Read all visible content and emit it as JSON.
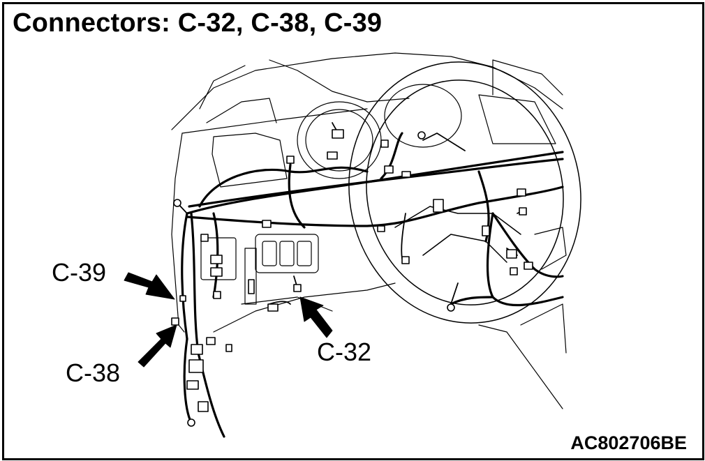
{
  "title": "Connectors: C-32, C-38, C-39",
  "callouts": {
    "c39": "C-39",
    "c38": "C-38",
    "c32": "C-32"
  },
  "figure_code": "AC802706BE",
  "colors": {
    "line": "#000000",
    "background": "#ffffff"
  }
}
